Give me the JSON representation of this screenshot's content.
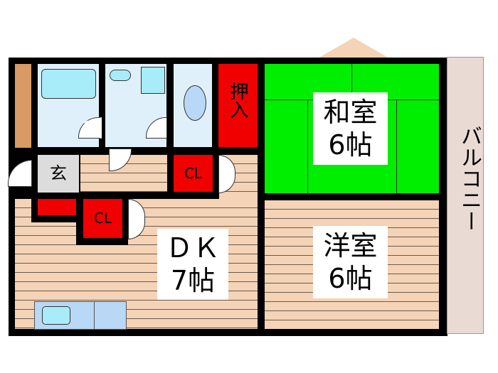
{
  "rooms": {
    "washitsu": {
      "name": "和室",
      "size": "6帖"
    },
    "youshitsu": {
      "name": "洋室",
      "size": "6帖"
    },
    "dk": {
      "name": "ＤＫ",
      "size": "7帖"
    },
    "oshiire": "押入",
    "genkan": "玄",
    "closet1": "CL",
    "closet2": "CL",
    "balcony": "バルコニー"
  },
  "colors": {
    "washitsu": "#00ee00",
    "storage": "#f00000",
    "floor": "#f4d3b6",
    "wet": "#dff0fb",
    "balcony": "#e9dad3"
  }
}
